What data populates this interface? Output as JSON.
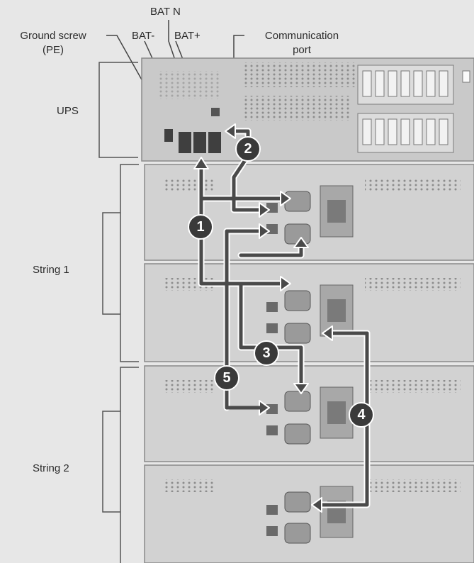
{
  "labels": {
    "bat_n": "BAT N",
    "ground_screw": "Ground screw",
    "ground_screw_sub": "(PE)",
    "bat_minus": "BAT-",
    "bat_plus": "BAT+",
    "communication_port": "Communication",
    "communication_port_sub": "port",
    "ups": "UPS",
    "string1": "String 1",
    "string2": "String 2"
  },
  "steps": [
    "1",
    "2",
    "3",
    "4",
    "5"
  ],
  "colors": {
    "background": "#e7e7e7",
    "chassis": "#d4d4d4",
    "chassis_dark": "#a9a9a9",
    "cable": "#4a4a4a",
    "badge": "#3a3a3a"
  }
}
